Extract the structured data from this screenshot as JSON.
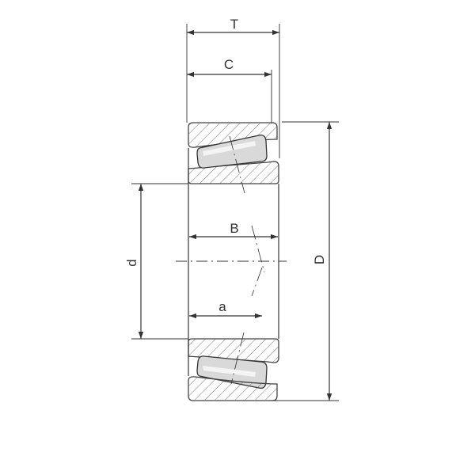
{
  "dimensions": {
    "T": "T",
    "C": "C",
    "B": "B",
    "a": "a",
    "d": "d",
    "D": "D"
  }
}
